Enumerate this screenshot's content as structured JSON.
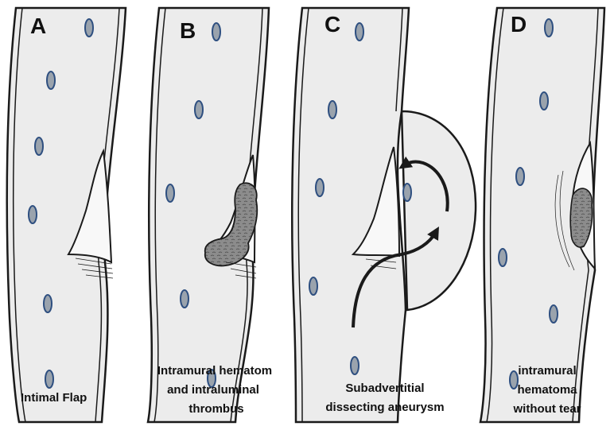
{
  "colors": {
    "vessel_fill": "#ececec",
    "vessel_stroke": "#1a1a1a",
    "cell_fill": "#9aa3ad",
    "cell_stroke": "#2e4f80",
    "thrombus_fill": "#8c8c8c"
  },
  "panels": [
    {
      "letter": "A",
      "caption_lines": [
        "Intimal Flap"
      ]
    },
    {
      "letter": "B",
      "caption_lines": [
        "Intramural hematom",
        "and  intraluminal",
        "thrombus"
      ]
    },
    {
      "letter": "C",
      "caption_lines": [
        "Subadvertitial",
        "dissecting aneurysm"
      ]
    },
    {
      "letter": "D",
      "caption_lines": [
        "intramural",
        "hematoma",
        "without tear"
      ]
    }
  ]
}
